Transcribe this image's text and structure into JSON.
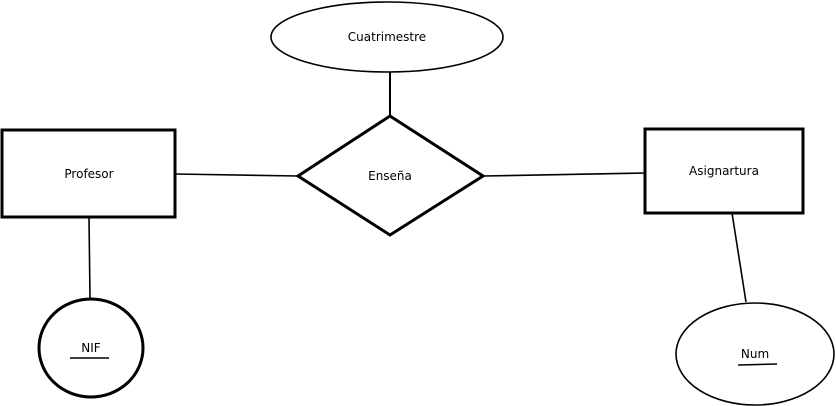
{
  "diagram": {
    "entities": {
      "profesor": {
        "label": "Profesor"
      },
      "asignatura": {
        "label": "Asignartura"
      }
    },
    "relationship": {
      "label": "Enseña"
    },
    "attributes": {
      "cuatrimestre": {
        "label": "Cuatrimestre"
      },
      "nif": {
        "label": "NIF",
        "key": true
      },
      "num": {
        "label": "Num",
        "key": true
      }
    }
  }
}
